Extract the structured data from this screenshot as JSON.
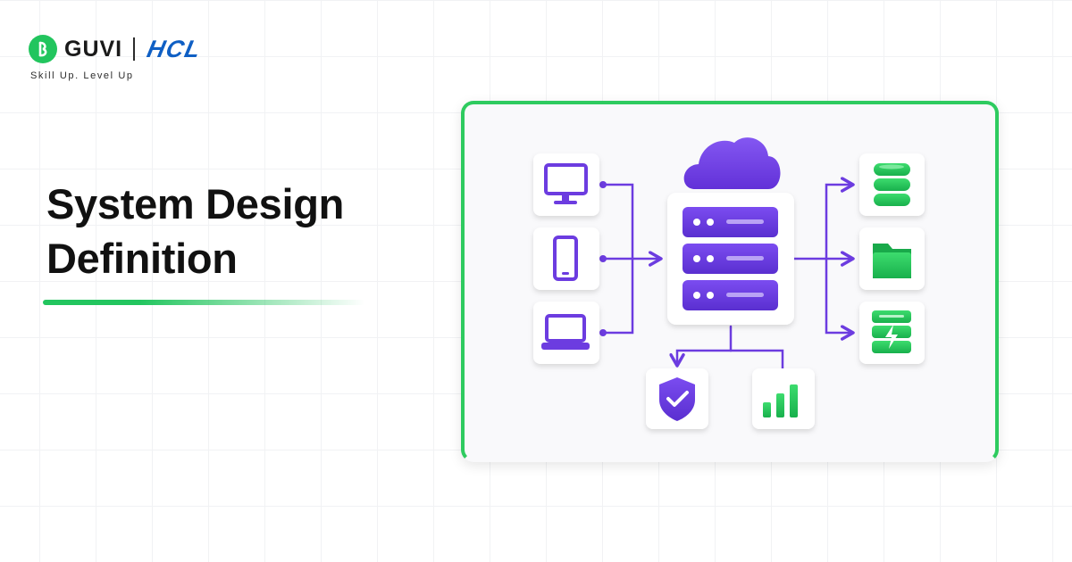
{
  "brand": {
    "name": "GUVI",
    "partner": "HCL",
    "tagline": "Skill Up. Level Up"
  },
  "headline": {
    "line1": "System Design",
    "line2": "Definition"
  },
  "diagram": {
    "clients": [
      "desktop-icon",
      "smartphone-icon",
      "laptop-icon"
    ],
    "center": [
      "cloud-icon",
      "server-stack-icon"
    ],
    "storage": [
      "database-icon",
      "folder-icon",
      "cache-storage-icon"
    ],
    "bottom": [
      "security-shield-icon",
      "analytics-chart-icon"
    ],
    "colors": {
      "primary": "#6c3ce0",
      "accent": "#22c55e",
      "hcl_blue": "#0f5fc4"
    }
  }
}
